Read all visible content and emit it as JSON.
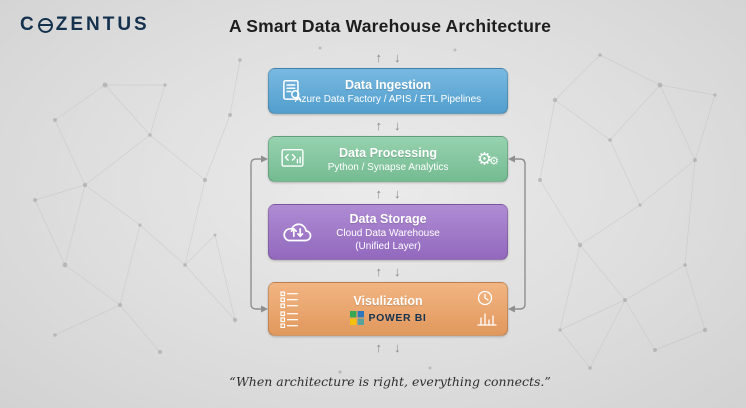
{
  "brand": {
    "logo_prefix": "C",
    "logo_suffix": "ZENTUS",
    "full_name": "COZENTUS"
  },
  "title": "A Smart Data Warehouse Architecture",
  "layers": [
    {
      "title": "Data Ingestion",
      "subtitle": "Azure Data Factory / APIS / ETL Pipelines",
      "color": "#57a8da"
    },
    {
      "title": "Data Processing",
      "subtitle": "Python / Synapse Analytics",
      "color": "#7cc79b"
    },
    {
      "title": "Data Storage",
      "subtitle": "Cloud Data Warehouse",
      "subtitle2": "(Unified Layer)",
      "color": "#9b6fc9"
    },
    {
      "title": "Visulization",
      "powerbi_label": "POWER BI",
      "color": "#efa263"
    }
  ],
  "icons": {
    "up_arrow": "↑",
    "down_arrow": "↓",
    "gear": "⚙"
  },
  "quote": "“When architecture is right, everything connects.”"
}
